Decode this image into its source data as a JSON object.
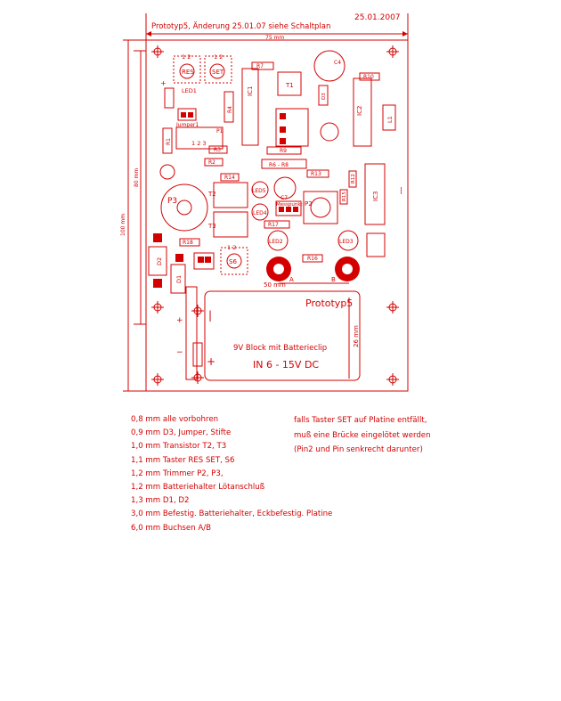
{
  "header": {
    "title": "Prototyp5, Änderung 25.01.07 siehe Schaltplan",
    "date": "25.01.2007"
  },
  "dims": {
    "width": "75 mm",
    "height_outer": "100 mm",
    "height_inner": "80 mm",
    "jack_spacing": "50 mm",
    "battery_height": "26 mm"
  },
  "labels": {
    "res": "RES",
    "set": "SET",
    "s6": "S6",
    "led1": "LED1",
    "led2": "LED2",
    "led3": "LED3",
    "led4": "LED4",
    "led5": "LED5",
    "jumper": "Jumper1",
    "ic1": "IC1",
    "ic2": "IC2",
    "ic3": "IC3",
    "t1": "T1",
    "t2": "T2",
    "t3": "T3",
    "p1": "P1",
    "p2": "P2",
    "p3": "P3",
    "r1": "R1",
    "r2": "R2",
    "r3": "R3",
    "r4": "R4",
    "r7": "R7",
    "r9": "R9",
    "r10": "R10",
    "r12": "R12",
    "r13": "R13",
    "r14": "R14",
    "r15": "R15",
    "r16": "R16",
    "r17": "R17",
    "r18": "R18",
    "r6r8": "R6 - R8",
    "c4": "C4",
    "c7": "C7",
    "l1": "L1",
    "d1": "D1",
    "d2": "D2",
    "d3": "D3",
    "messpunkt": "Messpunkt",
    "jack_a": "A",
    "jack_b": "B",
    "pin12": "1 2",
    "pin123": "1 2 3",
    "prototyp": "Prototyp5",
    "battery_text": "9V Block mit Batterieclip",
    "voltage": "IN 6 - 15V DC"
  },
  "drill_notes": [
    "0,8 mm alle vorbohren",
    "0,9 mm D3, Jumper, Stifte",
    "1,0 mm Transistor T2, T3",
    "1,1 mm Taster RES SET, S6",
    "1,2 mm Trimmer P2, P3,",
    "1,2 mm Batteriehalter Lötanschluß",
    "1,3 mm D1, D2",
    "3,0 mm Befestig. Batteriehalter, Eckbefestig. Platine",
    "6,0 mm Buchsen A/B"
  ],
  "set_note": [
    "falls Taster SET auf Platine entfällt,",
    "muß eine Brücke eingelötet werden",
    "(Pin2 und Pin senkrecht darunter)"
  ],
  "colors": {
    "ink": "#d40000",
    "paper": "#ffffff"
  }
}
